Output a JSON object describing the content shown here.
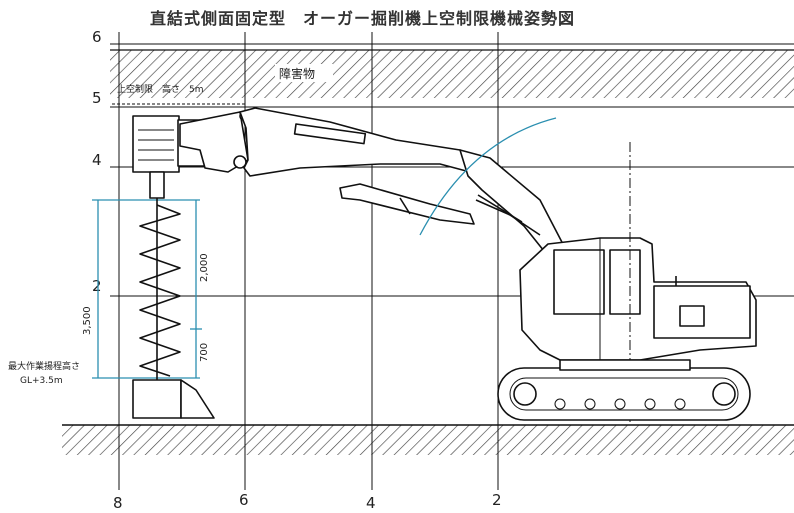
{
  "title": "直結式側面固定型　オーガー掘削機上空制限機械姿勢図",
  "y_axis_labels": [
    "6",
    "5",
    "4",
    "2"
  ],
  "x_axis_labels": [
    "8",
    "6",
    "4",
    "2"
  ],
  "obstacle_label": "障害物",
  "height_limit_label": "上空制限　高さ　5m",
  "max_height_label_line1": "最大作業揚程高さ",
  "max_height_label_line2": "GL+3.5m",
  "dim_total": "3,500",
  "dim_upper": "2,000",
  "dim_lower": "700",
  "colors": {
    "line": "#111111",
    "dimension": "#2b8fb0",
    "hatch": "#444444"
  }
}
